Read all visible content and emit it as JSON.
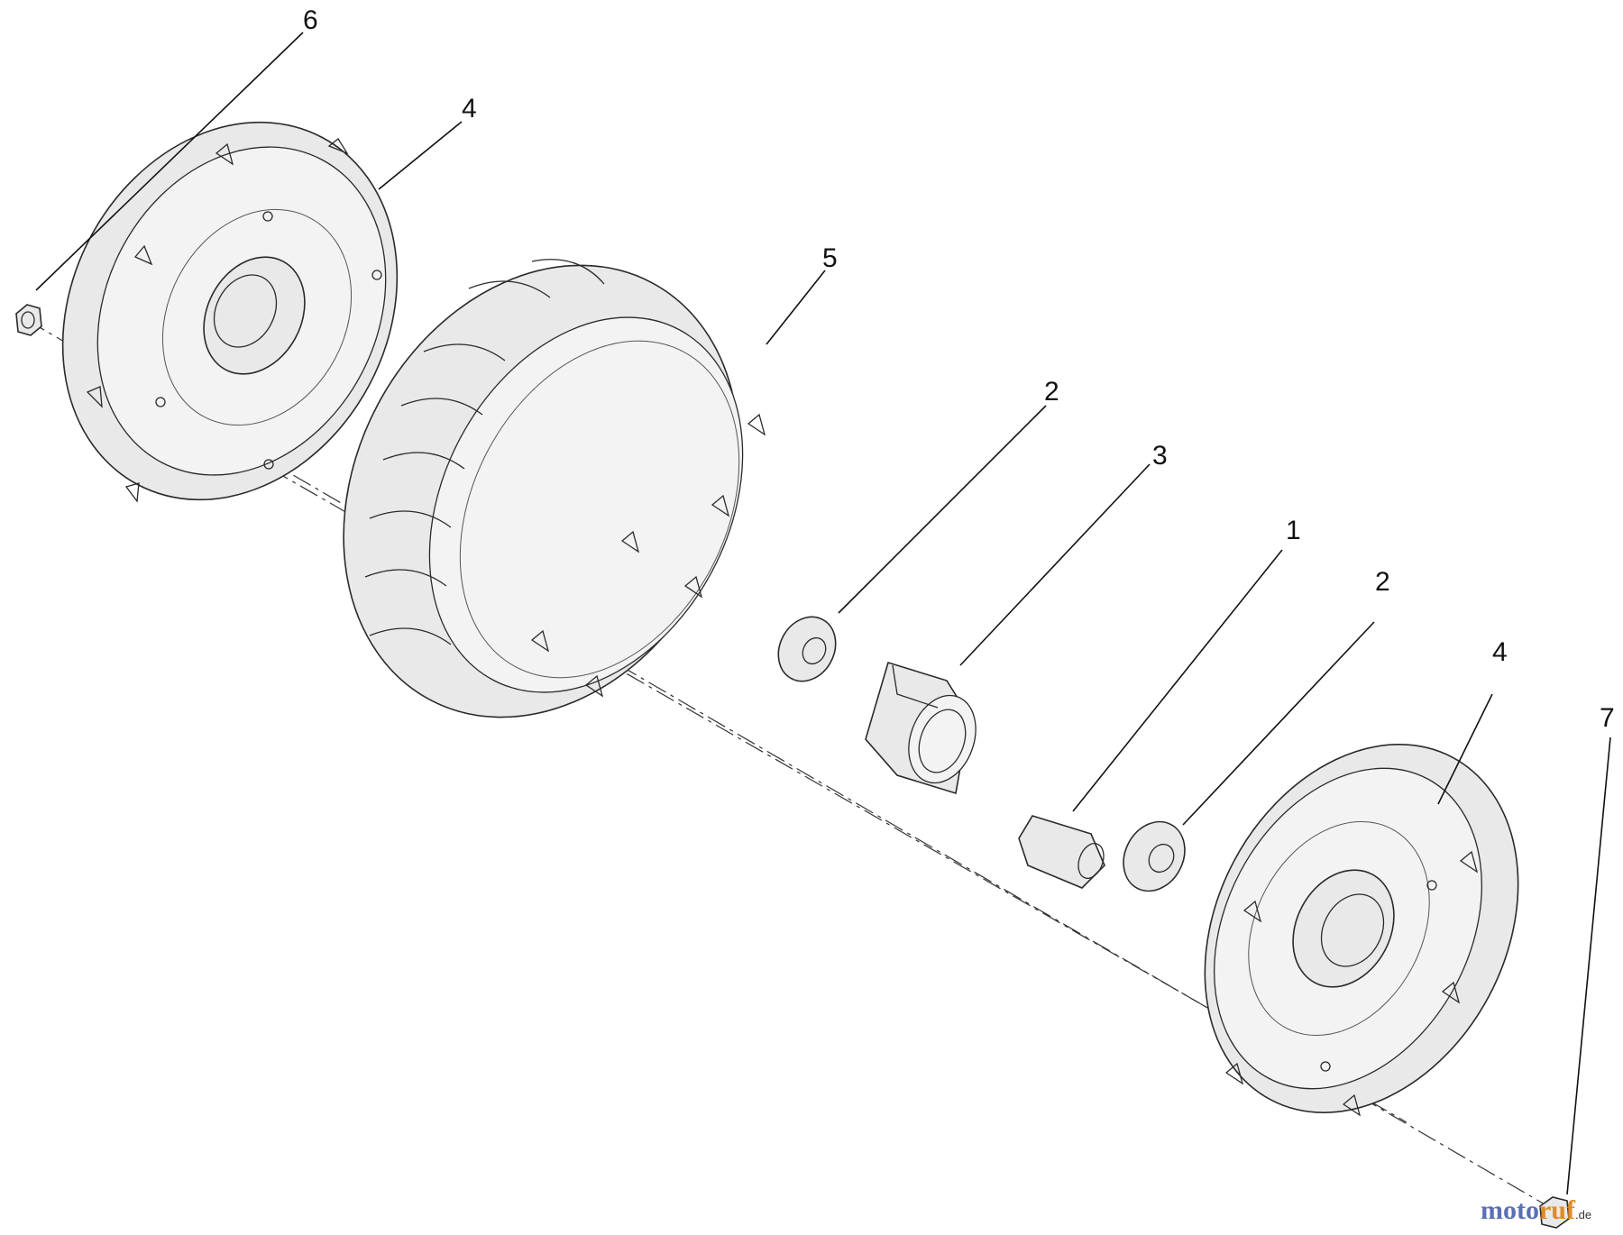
{
  "callouts": [
    "6",
    "4",
    "5",
    "2",
    "3",
    "1",
    "2",
    "4",
    "7"
  ],
  "watermark": {
    "brand_a": "moto",
    "brand_b": "ruf",
    "suffix": ".de"
  },
  "colors": {
    "line": "#2a2a2a",
    "fill": "#e9e9e9",
    "watermark_blue": "#5b6fb5",
    "watermark_orange": "#e08a2a"
  }
}
